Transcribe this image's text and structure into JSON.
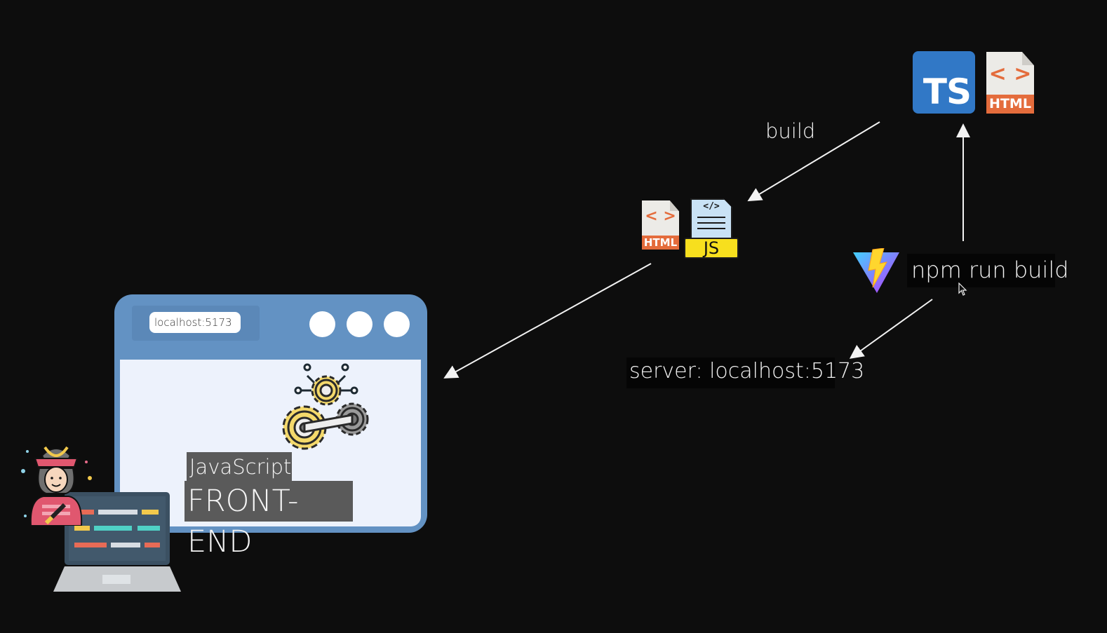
{
  "source_files": {
    "typescript_logo": "TS",
    "html_file": {
      "code_glyph": "< >",
      "label": "HTML"
    }
  },
  "build_step": {
    "label": "build"
  },
  "output_files": {
    "html_file": {
      "code_glyph": "< >",
      "label": "HTML"
    },
    "js_file": {
      "code_glyph": "</>",
      "label": "JS"
    }
  },
  "vite": {
    "command": "npm run build"
  },
  "server": {
    "label": "server: localhost:5173"
  },
  "browser": {
    "url": "localhost:5173",
    "badge_small": "JavaScript",
    "badge_large": "FRONT-END"
  },
  "icons": [
    "typescript-logo",
    "html-file-icon",
    "js-file-icon",
    "vite-logo",
    "gears-icon",
    "samurai-developer-icon",
    "laptop-icon",
    "mouse-cursor-icon",
    "arrow-icon"
  ],
  "colors": {
    "background": "#0d0d0d",
    "typescript_blue": "#3178c6",
    "html_orange": "#e46c3c",
    "js_yellow": "#f7df1e",
    "browser_blue": "#6392c3",
    "viewport": "#edf2fc"
  }
}
